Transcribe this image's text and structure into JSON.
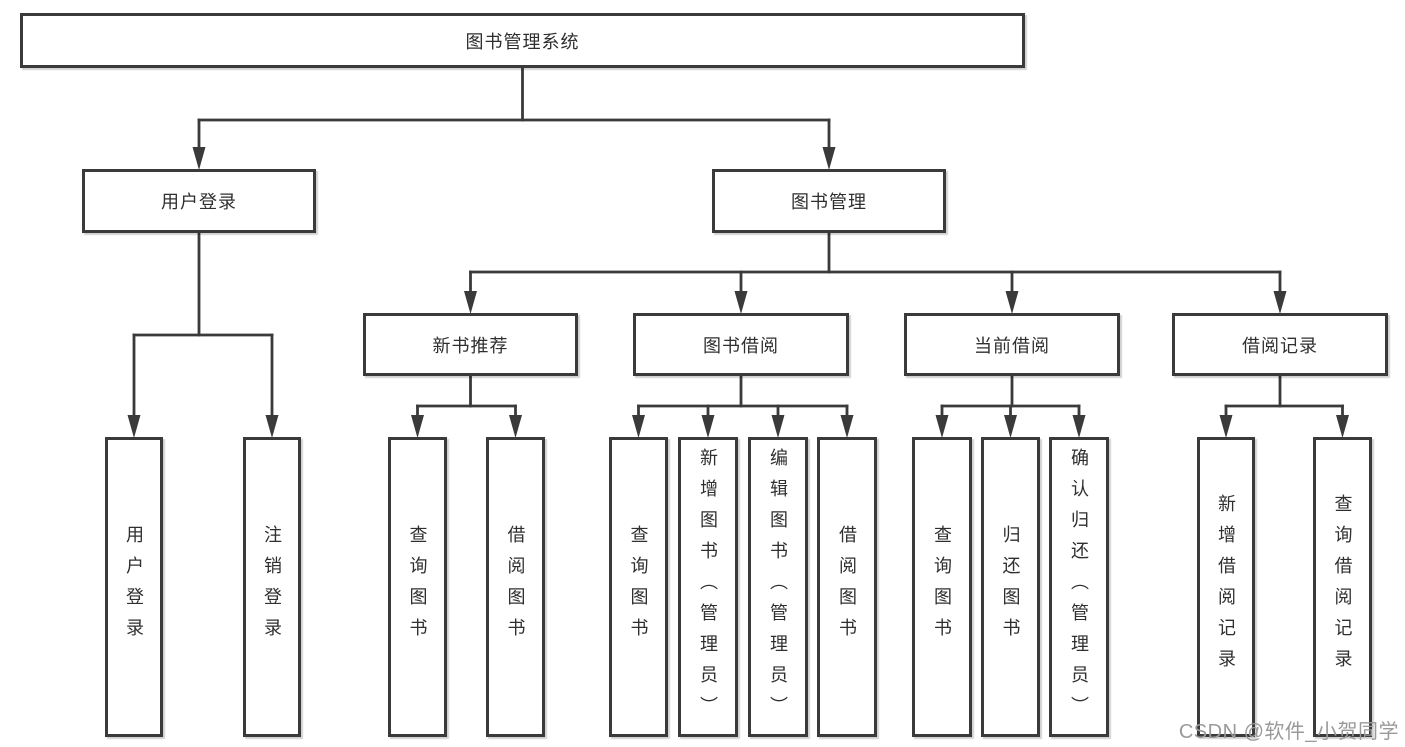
{
  "colors": {
    "line": "#3a3a3a",
    "box_border": "#3a3a3a",
    "box_fill": "#ffffff",
    "text": "#2f2f2f",
    "watermark": "#9a9a9a"
  },
  "diagram": {
    "title": "图书管理系统",
    "nodes": [
      {
        "id": "root",
        "label": "图书管理系统",
        "level": 1,
        "parent": null
      },
      {
        "id": "user-login",
        "label": "用户登录",
        "level": 2,
        "parent": "root"
      },
      {
        "id": "book-management",
        "label": "图书管理",
        "level": 2,
        "parent": "root"
      },
      {
        "id": "new-book-recommend",
        "label": "新书推荐",
        "level": 3,
        "parent": "book-management"
      },
      {
        "id": "book-borrowing",
        "label": "图书借阅",
        "level": 3,
        "parent": "book-management"
      },
      {
        "id": "current-borrowing",
        "label": "当前借阅",
        "level": 3,
        "parent": "book-management"
      },
      {
        "id": "borrowing-records",
        "label": "借阅记录",
        "level": 3,
        "parent": "book-management"
      },
      {
        "id": "leaf-user-login",
        "label": "用户登录",
        "level": 4,
        "parent": "user-login"
      },
      {
        "id": "leaf-logout-login",
        "label": "注销登录",
        "level": 4,
        "parent": "user-login"
      },
      {
        "id": "leaf-query-books-recommend",
        "label": "查询图书",
        "level": 4,
        "parent": "new-book-recommend"
      },
      {
        "id": "leaf-borrow-books-recommend",
        "label": "借阅图书",
        "level": 4,
        "parent": "new-book-recommend"
      },
      {
        "id": "leaf-query-books-borrowing",
        "label": "查询图书",
        "level": 4,
        "parent": "book-borrowing"
      },
      {
        "id": "leaf-add-books-admin",
        "label": "新增图书（管理员）",
        "level": 4,
        "parent": "book-borrowing"
      },
      {
        "id": "leaf-edit-books-admin",
        "label": "编辑图书（管理员）",
        "level": 4,
        "parent": "book-borrowing"
      },
      {
        "id": "leaf-borrow-books-borrowing",
        "label": "借阅图书",
        "level": 4,
        "parent": "book-borrowing"
      },
      {
        "id": "leaf-query-books-current",
        "label": "查询图书",
        "level": 4,
        "parent": "current-borrowing"
      },
      {
        "id": "leaf-return-books",
        "label": "归还图书",
        "level": 4,
        "parent": "current-borrowing"
      },
      {
        "id": "leaf-confirm-return-admin",
        "label": "确认归还（管理员）",
        "level": 4,
        "parent": "current-borrowing"
      },
      {
        "id": "leaf-add-borrow-record",
        "label": "新增借阅记录",
        "level": 4,
        "parent": "borrowing-records"
      },
      {
        "id": "leaf-query-borrow-record",
        "label": "查询借阅记录",
        "level": 4,
        "parent": "borrowing-records"
      }
    ]
  },
  "watermark": {
    "text": "CSDN @软件_小贺同学"
  }
}
